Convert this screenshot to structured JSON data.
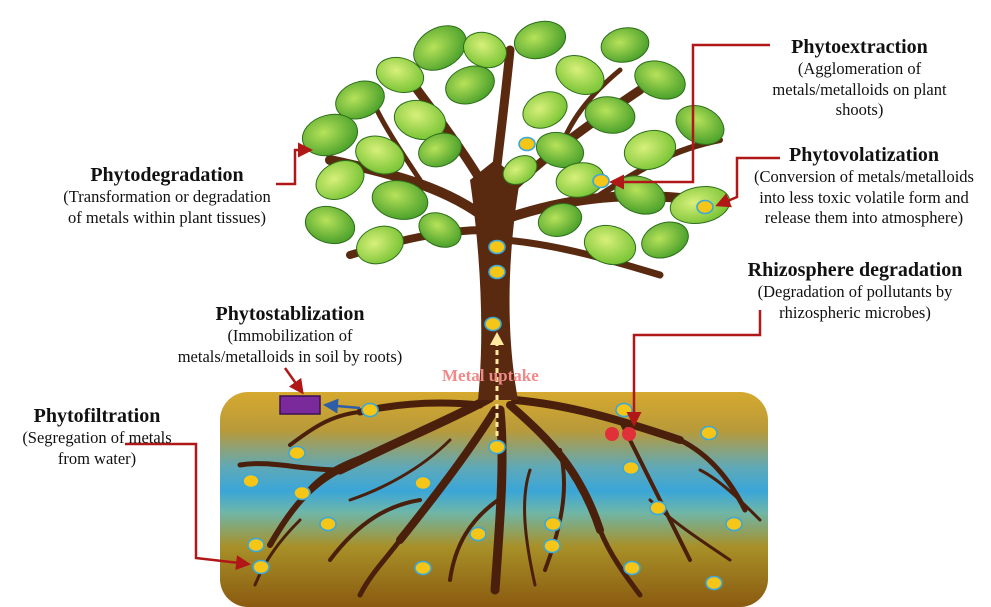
{
  "labels": {
    "phytoextraction": {
      "title": "Phytoextraction",
      "desc": [
        "(Agglomeration  of",
        "metals/metalloids  on plant",
        "shoots)"
      ]
    },
    "phytovolatization": {
      "title": "Phytovolatization",
      "desc": [
        "(Conversion of metals/metalloids",
        "into less toxic volatile form and",
        "release them into atmosphere)"
      ]
    },
    "phytodegradation": {
      "title": "Phytodegradation",
      "desc": [
        "(Transformation  or degradation",
        "of metals within plant tissues)"
      ]
    },
    "rhizosphere": {
      "title": "Rhizosphere degradation",
      "desc": [
        "(Degradation of pollutants by",
        "rhizospheric microbes)"
      ]
    },
    "phytostablization": {
      "title": "Phytostablization",
      "desc": [
        "(Immobilization  of",
        "metals/metalloids  in soil by roots)"
      ]
    },
    "phytofiltration": {
      "title": "Phytofiltration",
      "desc": [
        "(Segregation  of metals",
        "from water)"
      ]
    },
    "metal_uptake": "Metal uptake"
  },
  "colors": {
    "arrow": "#b01818",
    "leaf_dark": "#3f9a26",
    "leaf_light": "#a8d84a",
    "trunk": "#5a2a10",
    "soil_top": "#c79a2a",
    "water": "#4fb6d8",
    "soil_bottom": "#9a6b12",
    "metal": "#f5c518",
    "metal_ring": "#3aa8d8"
  }
}
